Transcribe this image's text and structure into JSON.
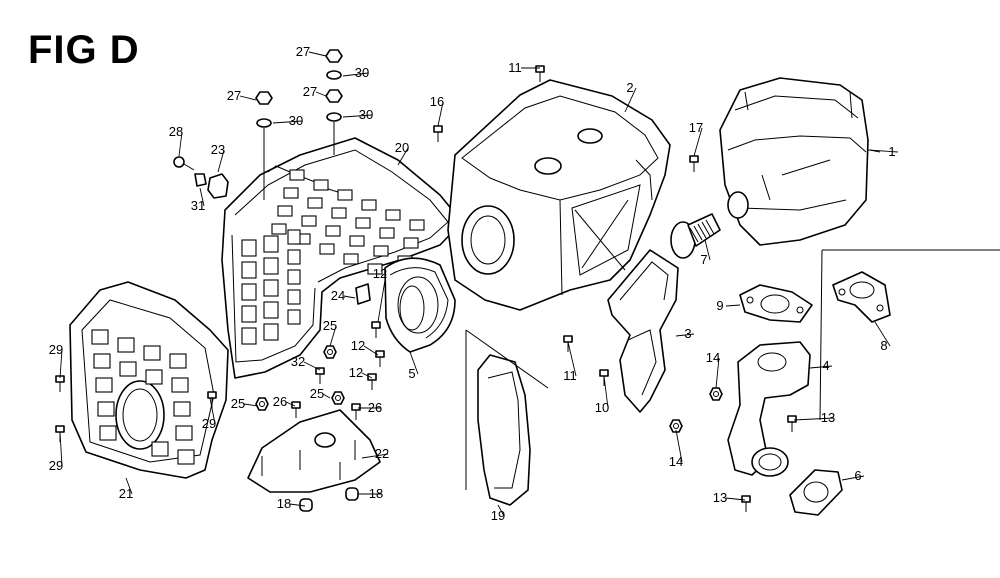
{
  "figure": {
    "title": "FIG D"
  },
  "callouts": [
    {
      "id": "c1",
      "label": "1"
    },
    {
      "id": "c2",
      "label": "2"
    },
    {
      "id": "c3",
      "label": "3"
    },
    {
      "id": "c4",
      "label": "4"
    },
    {
      "id": "c5",
      "label": "5"
    },
    {
      "id": "c6",
      "label": "6"
    },
    {
      "id": "c7",
      "label": "7"
    },
    {
      "id": "c8",
      "label": "8"
    },
    {
      "id": "c9",
      "label": "9"
    },
    {
      "id": "c10",
      "label": "10"
    },
    {
      "id": "c11a",
      "label": "11"
    },
    {
      "id": "c11b",
      "label": "11"
    },
    {
      "id": "c12a",
      "label": "12"
    },
    {
      "id": "c12b",
      "label": "12"
    },
    {
      "id": "c12c",
      "label": "12"
    },
    {
      "id": "c13a",
      "label": "13"
    },
    {
      "id": "c13b",
      "label": "13"
    },
    {
      "id": "c14a",
      "label": "14"
    },
    {
      "id": "c14b",
      "label": "14"
    },
    {
      "id": "c16",
      "label": "16"
    },
    {
      "id": "c17",
      "label": "17"
    },
    {
      "id": "c18a",
      "label": "18"
    },
    {
      "id": "c18b",
      "label": "18"
    },
    {
      "id": "c19",
      "label": "19"
    },
    {
      "id": "c20",
      "label": "20"
    },
    {
      "id": "c21",
      "label": "21"
    },
    {
      "id": "c22",
      "label": "22"
    },
    {
      "id": "c23",
      "label": "23"
    },
    {
      "id": "c24",
      "label": "24"
    },
    {
      "id": "c25a",
      "label": "25"
    },
    {
      "id": "c25b",
      "label": "25"
    },
    {
      "id": "c25c",
      "label": "25"
    },
    {
      "id": "c26a",
      "label": "26"
    },
    {
      "id": "c26b",
      "label": "26"
    },
    {
      "id": "c27a",
      "label": "27"
    },
    {
      "id": "c27b",
      "label": "27"
    },
    {
      "id": "c27c",
      "label": "27"
    },
    {
      "id": "c28",
      "label": "28"
    },
    {
      "id": "c29a",
      "label": "29"
    },
    {
      "id": "c29b",
      "label": "29"
    },
    {
      "id": "c29c",
      "label": "29"
    },
    {
      "id": "c30a",
      "label": "30"
    },
    {
      "id": "c30b",
      "label": "30"
    },
    {
      "id": "c30c",
      "label": "30"
    },
    {
      "id": "c31",
      "label": "31"
    },
    {
      "id": "c32",
      "label": "32"
    }
  ],
  "parts": [
    {
      "id": "muffler",
      "icon": "muffler-icon"
    },
    {
      "id": "muffler-protector",
      "icon": "muffler-protector-icon"
    },
    {
      "id": "exhaust-guide",
      "icon": "exhaust-guide-icon"
    },
    {
      "id": "muffler-stay",
      "icon": "muffler-stay-icon"
    },
    {
      "id": "cover-shroud",
      "icon": "shroud-icon"
    },
    {
      "id": "gasket",
      "icon": "gasket-icon"
    },
    {
      "id": "spark-arrester",
      "icon": "spark-arrester-icon"
    },
    {
      "id": "side-cover",
      "icon": "side-cover-icon"
    },
    {
      "id": "frame",
      "icon": "frame-icon"
    },
    {
      "id": "front-cover",
      "icon": "front-cover-icon"
    },
    {
      "id": "base-plate",
      "icon": "base-plate-icon"
    }
  ]
}
